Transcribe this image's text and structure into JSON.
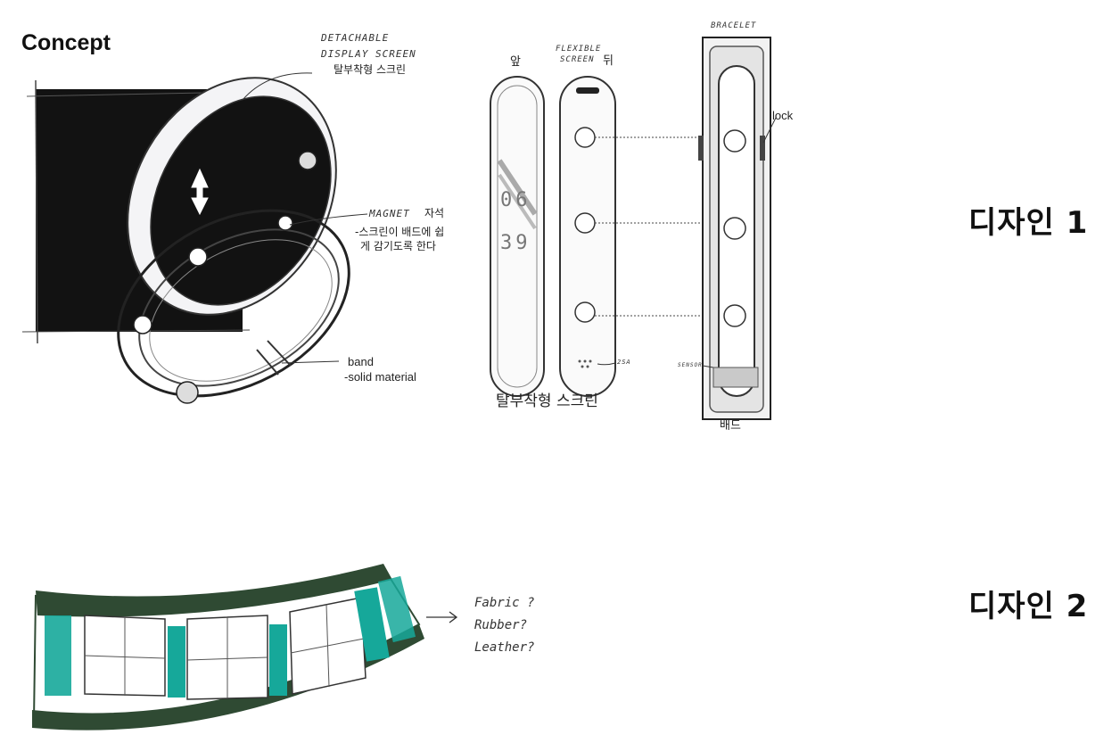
{
  "concept": {
    "title": "Concept",
    "detachable_en": "DETACHABLE",
    "display_en": "DISPLAY SCREEN",
    "detachable_ko": "탈부착형 스크린",
    "magnet_en": "MAGNET",
    "magnet_ko": "자석",
    "magnet_note_1": "-스크린이 배드에 쉽",
    "magnet_note_2": "게 감기도록 한다",
    "band_label": "band",
    "band_note": "-solid material"
  },
  "screen": {
    "front_label": "앞",
    "back_label": "뒤",
    "flexible_label": "FLEXIBLE",
    "screen_label": "SCREEN",
    "clock_hours": "06",
    "clock_minutes": "39",
    "caption": "탈부착형 스크린",
    "sensor_label": "2SA"
  },
  "bracelet": {
    "top_label": "BRACELET",
    "lock_label": "lock",
    "sensor_label": "SENSOR",
    "bottom_label": "배드"
  },
  "design1": {
    "label": "디자인 1"
  },
  "design2": {
    "label": "디자인 2",
    "materials": [
      "Fabric ?",
      "Rubber?",
      "Leather?"
    ]
  },
  "colors": {
    "accent_teal": "#16a89a",
    "band_green": "#2f4a33",
    "ink": "#111111"
  }
}
